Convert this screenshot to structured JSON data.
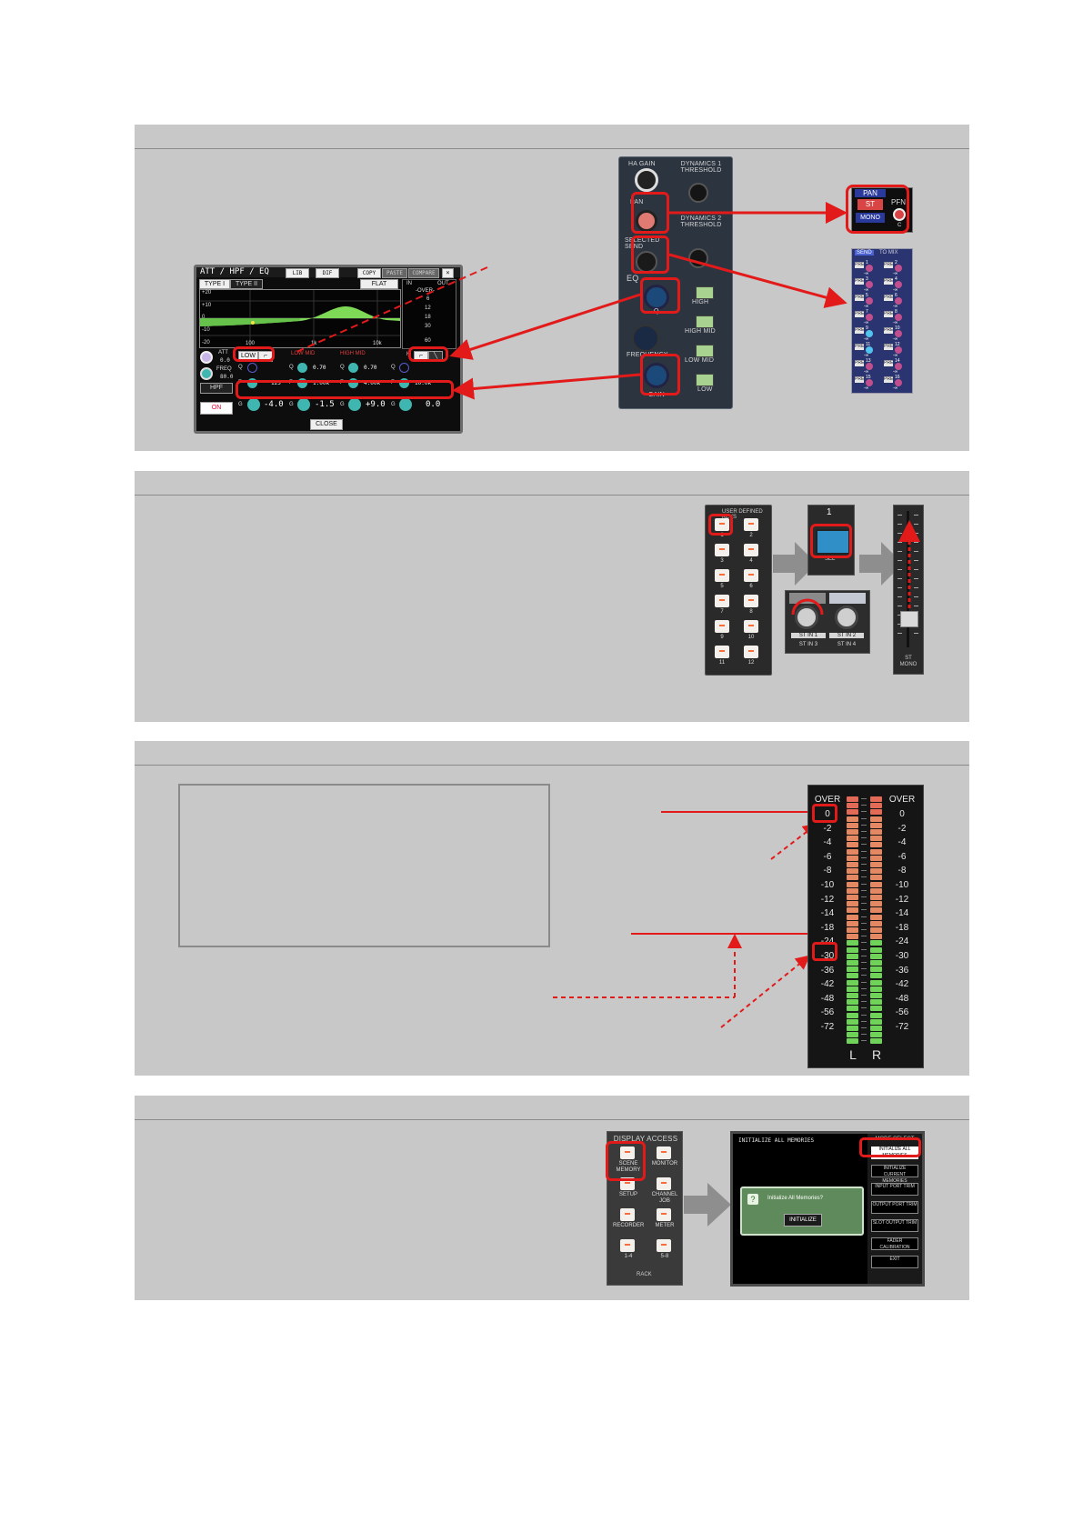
{
  "eq_screen": {
    "title": "ATT / HPF / EQ",
    "tabs": [
      "LIB",
      "DIF",
      "COPY",
      "PASTE",
      "COMPARE"
    ],
    "type_tabs": [
      "TYPE I",
      "TYPE II"
    ],
    "flat_label": "FLAT",
    "graph_y_ticks": [
      "+20",
      "+10",
      "0",
      "-10",
      "-20"
    ],
    "graph_x_ticks": [
      "100",
      "1k",
      "10k"
    ],
    "meter_labels": {
      "in": "IN",
      "out": "OUT",
      "over": "-OVER-"
    },
    "meter_ticks": [
      "6",
      "12",
      "18",
      "30",
      "60"
    ],
    "att_label": "ATT",
    "att_value": "0.0",
    "freq_label": "FREQ",
    "freq_value": "80.0",
    "hpf_label": "HPF",
    "on_label": "ON",
    "close_label": "CLOSE",
    "low_label": "LOW",
    "high_label": "H",
    "band_names": [
      "LOW MID",
      "HIGH MID"
    ],
    "q_values": [
      "",
      "0.70",
      "0.70",
      ""
    ],
    "freq_values": [
      "125",
      "1.00k",
      "4.00k",
      "10.0k"
    ],
    "gain_values": [
      "-4.0",
      "-1.5",
      "+9.0",
      "0.0"
    ],
    "row_letters": {
      "q": "Q",
      "f": "F",
      "g": "G"
    }
  },
  "console_strip": {
    "ha_gain": "HA GAIN",
    "dyn1": "DYNAMICS 1 THRESHOLD",
    "pan": "PAN",
    "dyn2": "DYNAMICS 2 THRESHOLD",
    "selected_send": "SELECTED SEND",
    "eq": "EQ",
    "q": "Q",
    "frequency": "FREQUENCY",
    "gain": "GAIN",
    "bands": [
      "HIGH",
      "HIGH MID",
      "LOW MID",
      "LOW"
    ]
  },
  "pan_popup": {
    "title": "PAN",
    "st": "ST",
    "mono": "MONO",
    "pfn": "PFN",
    "c": "C"
  },
  "mix_popup": {
    "header_send": "SEND",
    "header_to": "TO MIX",
    "pre": "PRE",
    "value": "-∞",
    "channels": [
      "1",
      "2",
      "3",
      "4",
      "5",
      "6",
      "7",
      "8",
      "9",
      "10",
      "11",
      "12",
      "13",
      "14",
      "15",
      "16"
    ]
  },
  "user_keys": {
    "title": "USER DEFINED KEYS",
    "labels": [
      "1",
      "2",
      "3",
      "4",
      "5",
      "6",
      "7",
      "8",
      "9",
      "10",
      "11",
      "12"
    ]
  },
  "sel_module": {
    "number": "1",
    "sel": "SEL"
  },
  "stin_module": {
    "labels": [
      "ST IN 1",
      "ST IN 2"
    ],
    "sub_labels": [
      "ST IN 3",
      "ST IN 4"
    ]
  },
  "fader": {
    "label": "ST MONO"
  },
  "meter": {
    "over_label": "OVER",
    "scale": [
      "0",
      "-2",
      "-4",
      "-6",
      "-8",
      "-10",
      "-12",
      "-14",
      "-18",
      "-24",
      "-30",
      "-36",
      "-42",
      "-48",
      "-56",
      "-72"
    ],
    "left": "L",
    "right": "R"
  },
  "display_access": {
    "title": "DISPLAY ACCESS",
    "buttons": [
      "SCENE MEMORY",
      "MONITOR",
      "SETUP",
      "CHANNEL JOB",
      "RECORDER",
      "METER",
      "1-4",
      "5-8"
    ],
    "rack": "RACK"
  },
  "init_screen": {
    "title": "INITIALIZE ALL MEMORIES",
    "mode_select": "MODE SELECT",
    "mode_buttons": [
      "INITIALIZE ALL MEMORIES",
      "INITIALIZE CURRENT MEMORIES",
      "INPUT PORT TRIM",
      "OUTPUT PORT TRIM",
      "SLOT OUTPUT TRIM",
      "FADER CALIBRATION",
      "EXIT"
    ],
    "dialog_question_mark": "?",
    "dialog_text": "Initialize All Memories?",
    "initialize_button": "INITIALIZE"
  },
  "colors": {
    "highlight": "#e31a1a",
    "panel": "#c8c8c8",
    "eq_curve": "#7ed957",
    "knob_teal": "#3fb6b0"
  }
}
